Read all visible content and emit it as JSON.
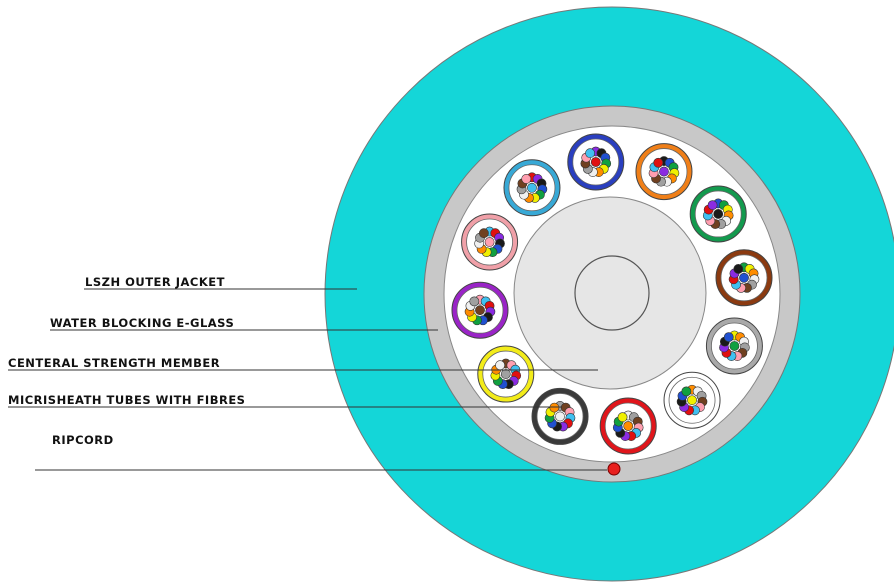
{
  "labels": {
    "outer_jacket": "LSZH OUTER JACKET",
    "water_blocking": "WATER BLOCKING E-GLASS",
    "strength_member": "CENTERAL STRENGTH MEMBER",
    "tubes": "MICRISHEATH TUBES WITH FIBRES",
    "ripcord": "RIPCORD"
  },
  "colors": {
    "jacket": "#14d6d8",
    "water_blocking": "#c8c8c8",
    "inner_fill": "#ffffff",
    "strength_member": "#e6e6e6",
    "ripcord": "#e8201e",
    "leader_line": "#333333"
  },
  "tubes": [
    {
      "color": "#2a3fbf"
    },
    {
      "color": "#f07f18"
    },
    {
      "color": "#139a4e"
    },
    {
      "color": "#8b3a10"
    },
    {
      "color": "#a9a9a9"
    },
    {
      "color": "#ffffff"
    },
    {
      "color": "#e0151b"
    },
    {
      "color": "#3a3a3a"
    },
    {
      "color": "#f3ec1a"
    },
    {
      "color": "#9a24c7"
    },
    {
      "color": "#f0a0a8"
    },
    {
      "color": "#38a9d6"
    }
  ],
  "fibre_colors": [
    "#e01010",
    "#8a2be2",
    "#1a1a1a",
    "#2050d0",
    "#10a040",
    "#f0f000",
    "#ff8c00",
    "#f0f0f0",
    "#a0a0a0",
    "#704020",
    "#ff9fb0",
    "#40c0f0"
  ]
}
